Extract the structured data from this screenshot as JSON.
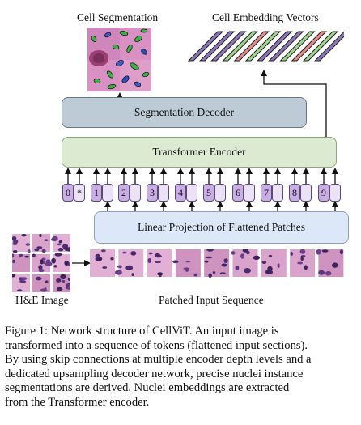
{
  "labels": {
    "cell_segmentation": "Cell Segmentation",
    "cell_embedding_vectors": "Cell Embedding Vectors",
    "segmentation_decoder": "Segmentation Decoder",
    "transformer_encoder": "Transformer Encoder",
    "linear_projection": "Linear Projection of Flattened Patches",
    "he_image": "H&E Image",
    "patched_input_sequence": "Patched Input Sequence"
  },
  "tokens": [
    "0",
    "*",
    "1",
    "2",
    "3",
    "4",
    "5",
    "6",
    "7",
    "8",
    "9"
  ],
  "caption_lines": [
    "Figure 1:  Network structure of CellViT. An input image is",
    "transformed into a sequence of tokens (flattened input sections).",
    "By using skip connections at multiple encoder depth levels and a",
    "dedicated upsampling decoder network, precise nuclei instance",
    "segmentations are derived.  Nuclei embeddings are extracted",
    "from the Transformer encoder."
  ],
  "colors": {
    "decoder": "#bdcbd6",
    "encoder": "#dcead2",
    "projection": "#dce8f7",
    "token_dark": "#c9aee6",
    "token_light": "#ece2f6",
    "embed_purple": "#8c74b6",
    "embed_green": "#9fd48f",
    "embed_red": "#e08b8b"
  }
}
